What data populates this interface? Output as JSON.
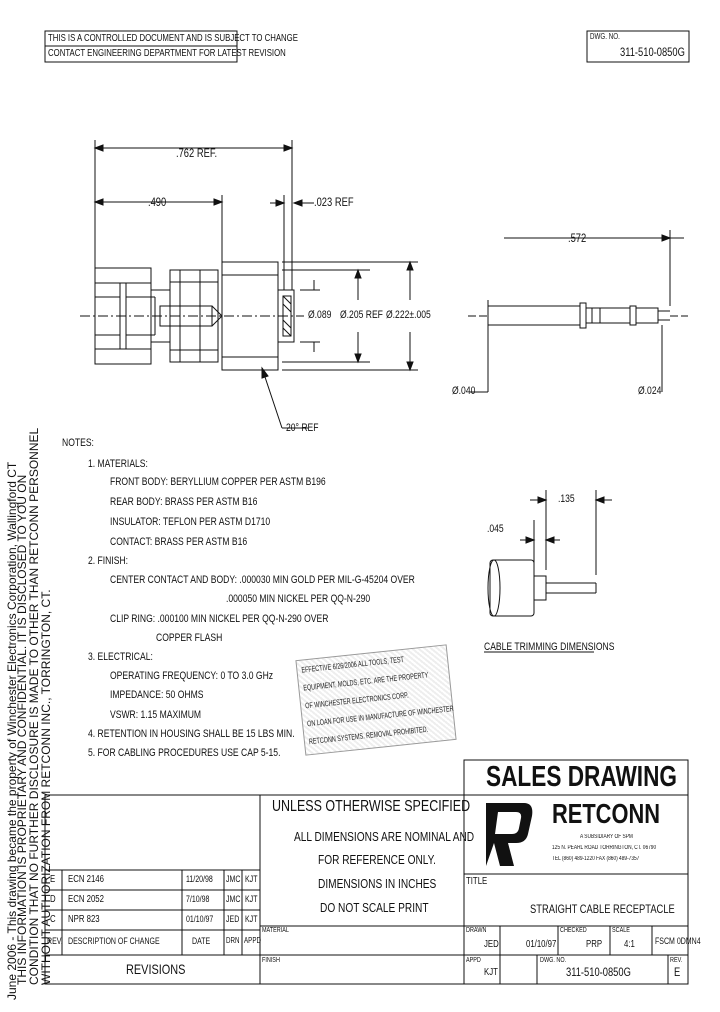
{
  "header": {
    "notice_line1": "THIS IS A CONTROLLED DOCUMENT AND IS SUBJECT TO CHANGE",
    "notice_line2": "CONTACT ENGINEERING DEPARTMENT FOR LATEST REVISION",
    "dwg_no_label": "DWG. NO.",
    "dwg_no": "311-510-0850G"
  },
  "side_notice": {
    "line1": "THIS INFORMATION IS PROPRIETARY AND CONFIDENTIAL. IT IS DISCLOSED TO YOU ON",
    "line2": "CONDITION THAT NO FURTHER DISCLOSURE IS MADE TO OTHER THAN RETCONN PERSONNEL",
    "line3": "WITHOUT AUTHORIZATION FROM RETCONN INC., TORRINGTON, CT.",
    "line4": "June 2006 - This drawing became the property of Winchester Electronics Corporation, Wallingford CT"
  },
  "dimensions": {
    "overall": ".762 REF.",
    "front": ".490",
    "flange": ".023 REF",
    "d1": "Ø.089",
    "d2": "Ø.205 REF",
    "d3": "Ø.222±.005",
    "angle": "20° REF",
    "pin_len": ".572",
    "pin_d1": "Ø.040",
    "pin_d2": "Ø.024",
    "trim1": ".045",
    "trim2": ".135"
  },
  "notes": {
    "title": "NOTES:",
    "n1": "1.  MATERIALS:",
    "n1a": "FRONT BODY: BERYLLIUM COPPER PER ASTM B196",
    "n1b": "REAR BODY: BRASS PER ASTM B16",
    "n1c": "INSULATOR: TEFLON PER ASTM D1710",
    "n1d": "CONTACT: BRASS PER ASTM B16",
    "n2": "2.  FINISH:",
    "n2a": "CENTER CONTACT AND BODY: .000030 MIN GOLD PER MIL-G-45204 OVER",
    "n2b": ".000050 MIN NICKEL PER QQ-N-290",
    "n2c": "CLIP RING: .000100 MIN NICKEL PER QQ-N-290 OVER",
    "n2d": "COPPER FLASH",
    "n3": "3.  ELECTRICAL:",
    "n3a": "OPERATING FREQUENCY: 0 TO 3.0 GHz",
    "n3b": "IMPEDANCE: 50 OHMS",
    "n3c": "VSWR: 1.15 MAXIMUM",
    "n4": "4.  RETENTION IN HOUSING SHALL BE 15 LBS MIN.",
    "n5": "5.  FOR CABLING PROCEDURES USE CAP 5-15."
  },
  "stamp": {
    "l1": "EFFECTIVE 6/26/2006 ALL TOOLS, TEST",
    "l2": "EQUIPMENT, MOLDS, ETC. ARE THE PROPERTY",
    "l3": "OF WINCHESTER ELECTRONICS CORP.",
    "l4": "ON LOAN FOR USE IN MANUFACTURE OF WINCHESTER",
    "l5": "RETCONN SYSTEMS. REMOVAL PROHIBITED."
  },
  "cable_trim_label": "CABLE TRIMMING DIMENSIONS",
  "title_block": {
    "sales_drawing": "SALES DRAWING",
    "company": "RETCONN",
    "sub1": "A SUBSIDIARY OF SPM",
    "sub2": "125 N. PEARL ROAD   TORRINGTON, CT. 06790",
    "sub3": "TEL (860) 489-1220   FAX (860) 489-7357",
    "unless": "UNLESS OTHERWISE SPECIFIED",
    "u1": "ALL DIMENSIONS ARE NOMINAL AND",
    "u2": "FOR REFERENCE ONLY.",
    "u3": "DIMENSIONS IN INCHES",
    "u4": "DO NOT SCALE PRINT",
    "title_label": "TITLE",
    "title": "STRAIGHT CABLE RECEPTACLE",
    "drawn_label": "DRAWN",
    "drawn_by": "JED",
    "drawn_date": "01/10/97",
    "checked_label": "CHECKED",
    "checked_by": "PRP",
    "scale_label": "SCALE",
    "scale": "4:1",
    "fscm": "FSCM 0DMN4",
    "material_label": "MATERIAL",
    "finish_label": "FINISH",
    "appd_label": "APPD",
    "appd_by": "KJT",
    "dwg_no_label": "DWG. NO.",
    "dwg_no": "311-510-0850G",
    "rev_label": "REV.",
    "rev": "E"
  },
  "revisions": {
    "label": "REVISIONS",
    "col_rev": "REV.",
    "col_desc": "DESCRIPTION OF CHANGE",
    "col_date": "DATE",
    "col_drn": "DRN",
    "col_appd": "APPD",
    "rows": [
      {
        "rev": "E",
        "desc": "ECN 2146",
        "date": "11/20/98",
        "drn": "JMC",
        "appd": "KJT"
      },
      {
        "rev": "D",
        "desc": "ECN 2052",
        "date": "7/10/98",
        "drn": "JMC",
        "appd": "KJT"
      },
      {
        "rev": "C",
        "desc": "NPR 823",
        "date": "01/10/97",
        "drn": "JED",
        "appd": "KJT"
      }
    ]
  }
}
